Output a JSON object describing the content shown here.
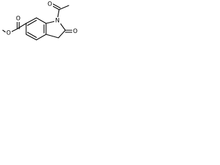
{
  "molecule": {
    "atoms": [
      {
        "id": "o-ester-carbonyl",
        "symbol": "O"
      },
      {
        "id": "o-ester-methoxy",
        "symbol": "O"
      },
      {
        "id": "n-ring",
        "symbol": "N"
      },
      {
        "id": "o-acetyl",
        "symbol": "O"
      },
      {
        "id": "o-lactam",
        "symbol": "O"
      }
    ]
  },
  "colors": {
    "bond": "#000000",
    "text": "#000000",
    "background": "#ffffff"
  }
}
